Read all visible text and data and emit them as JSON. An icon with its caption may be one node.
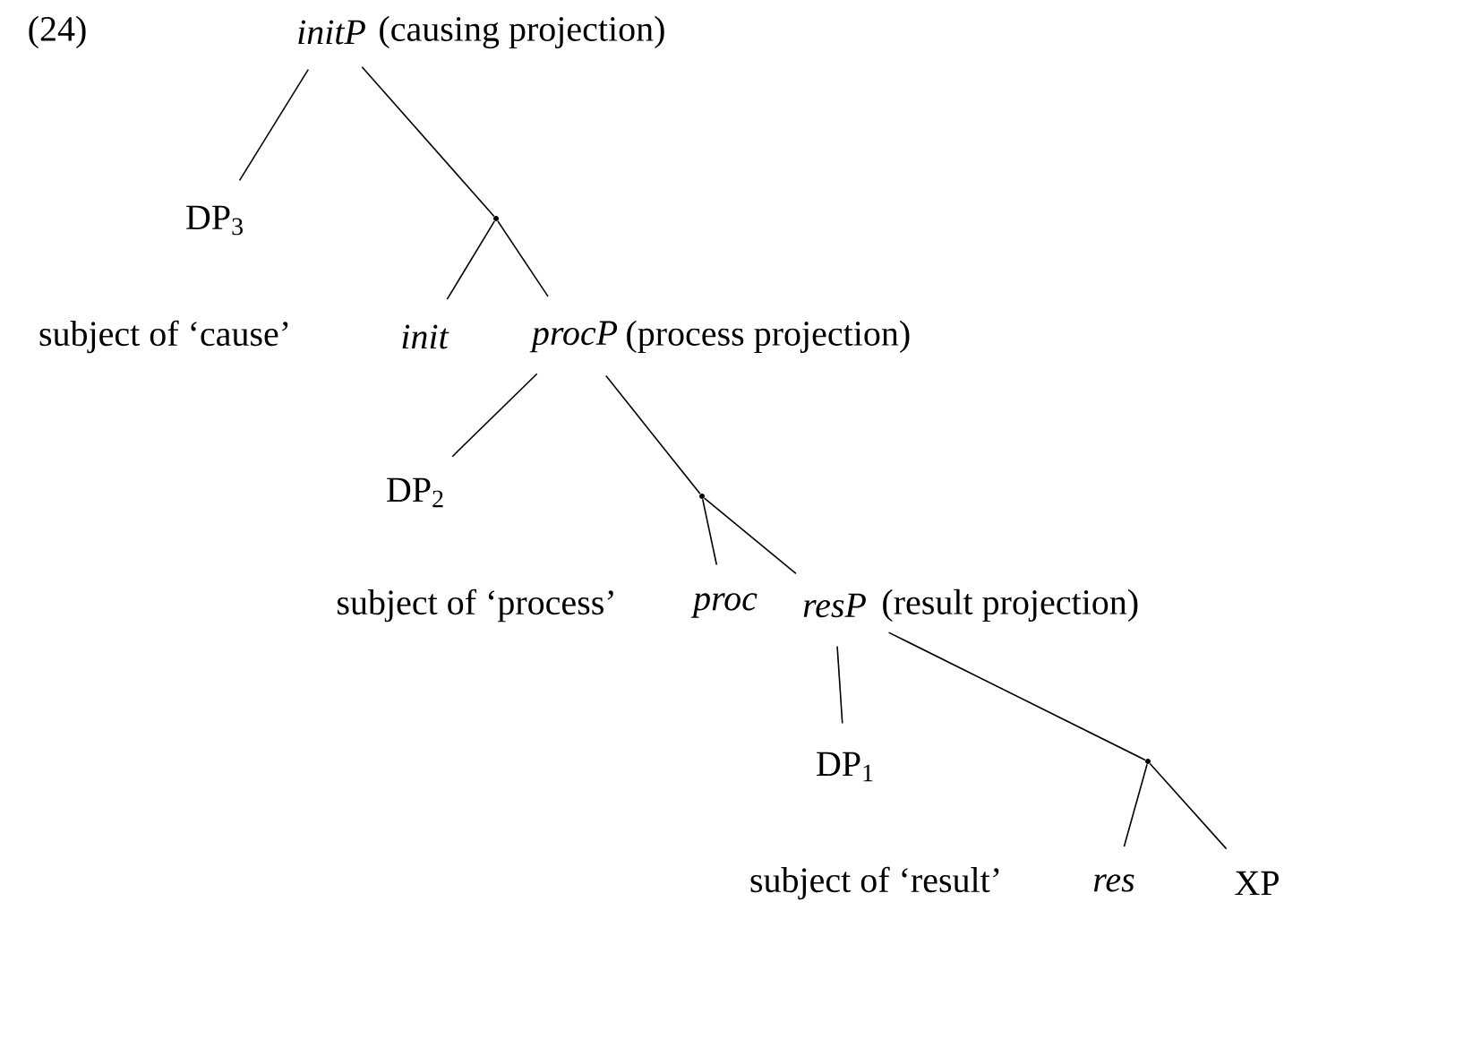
{
  "diagram": {
    "nodes": [
      {
        "text": [
          "initP"
        ],
        "beside": [
          "(causing projection)"
        ]
      },
      {
        "text": [
          "DP$_{3}$"
        ],
        "beside": [
          "subject of ‘cause’"
        ]
      },
      {
        "text": [],
        "shape": "point"
      },
      {
        "text": [
          "init"
        ]
      },
      {
        "text": [
          "procP"
        ],
        "beside": [
          "(process projection)"
        ]
      },
      {
        "text": [
          "DP$_{2}$"
        ],
        "beside": [
          "subject of ‘process’"
        ]
      },
      {
        "text": [],
        "shape": "point"
      },
      {
        "text": [
          "proc"
        ]
      },
      {
        "text": [
          "resP"
        ],
        "beside": [
          "(result projection)"
        ]
      },
      {
        "text": [
          "DP$_{1}$"
        ],
        "beside": [
          "subject of ‘result’"
        ]
      },
      {
        "text": [],
        "shape": "point"
      },
      {
        "text": [
          "res"
        ]
      },
      {
        "text": [
          "XP"
        ]
      }
    ],
    "edges": [
      {
        "from": 0,
        "to": 1,
        "arrow": "none"
      },
      {
        "from": 0,
        "to": 2,
        "arrow": "none"
      },
      {
        "from": 2,
        "to": 3,
        "arrow": "none"
      },
      {
        "from": 2,
        "to": 4,
        "arrow": "none"
      },
      {
        "from": 4,
        "to": 5,
        "arrow": "none"
      },
      {
        "from": 4,
        "to": 6,
        "arrow": "none"
      },
      {
        "from": 6,
        "to": 7,
        "arrow": "none"
      },
      {
        "from": 6,
        "to": 8,
        "arrow": "none"
      },
      {
        "from": 8,
        "to": 9,
        "arrow": "none"
      },
      {
        "from": 8,
        "to": 10,
        "arrow": "none"
      },
      {
        "from": 10,
        "to": 11,
        "arrow": "none"
      },
      {
        "from": 10,
        "to": 12,
        "arrow": "none"
      }
    ],
    "labels": [
      "(24)"
    ]
  }
}
